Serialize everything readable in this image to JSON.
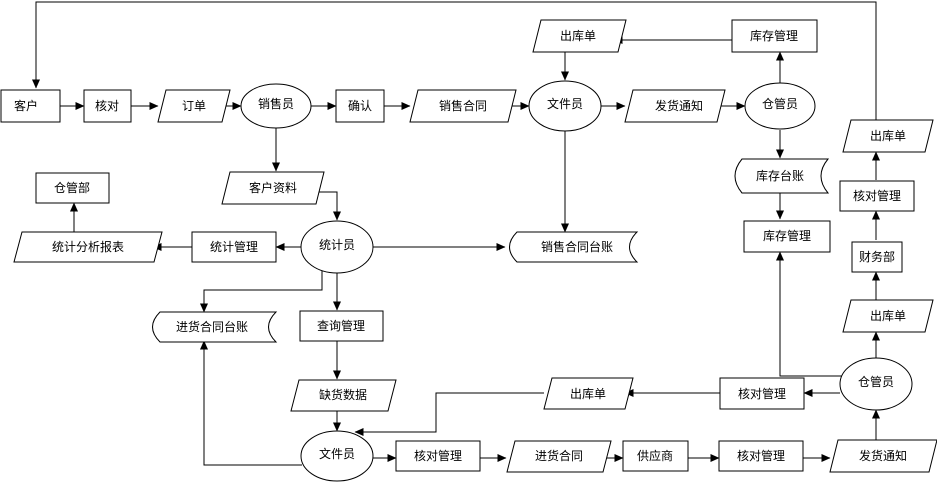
{
  "colors": {
    "stroke": "#000000",
    "background": "#ffffff"
  },
  "nodes": {
    "kehu": "客户",
    "hedui_top": "核对",
    "dingdan": "订单",
    "xiaoshouyuan": "销售员",
    "queren": "确认",
    "xiaoshou_hetong": "销售合同",
    "wenjianyuan_top": "文件员",
    "chukudan_top": "出库单",
    "kucun_guanli_top": "库存管理",
    "fahuo_tongzhi_top": "发货通知",
    "cangguanyuan_top": "仓管员",
    "kucun_taizhang": "库存台账",
    "kucun_guanli_mid": "库存管理",
    "chukudan_right_top": "出库单",
    "hedui_guanli_right": "核对管理",
    "caiwubu": "财务部",
    "chukudan_right_mid": "出库单",
    "cangguanyuan_bottom": "仓管员",
    "fahuo_tongzhi_bottom": "发货通知",
    "kehu_ziliao": "客户资料",
    "tongjiyuan": "统计员",
    "xiaoshou_hetong_taizhang": "销售合同台账",
    "cangguanbu": "仓管部",
    "tongji_baobiao": "统计分析报表",
    "tongji_guanli": "统计管理",
    "jinhuo_hetong_taizhang": "进货合同台账",
    "chaxun_guanli": "查询管理",
    "quehuo_shuju": "缺货数据",
    "wenjianyuan_bottom": "文件员",
    "hedui_guanli_b1": "核对管理",
    "jinhuo_hetong": "进货合同",
    "gongyingshang": "供应商",
    "hedui_guanli_b2": "核对管理",
    "hedui_guanli_b3": "核对管理",
    "chukudan_bottom": "出库单"
  }
}
